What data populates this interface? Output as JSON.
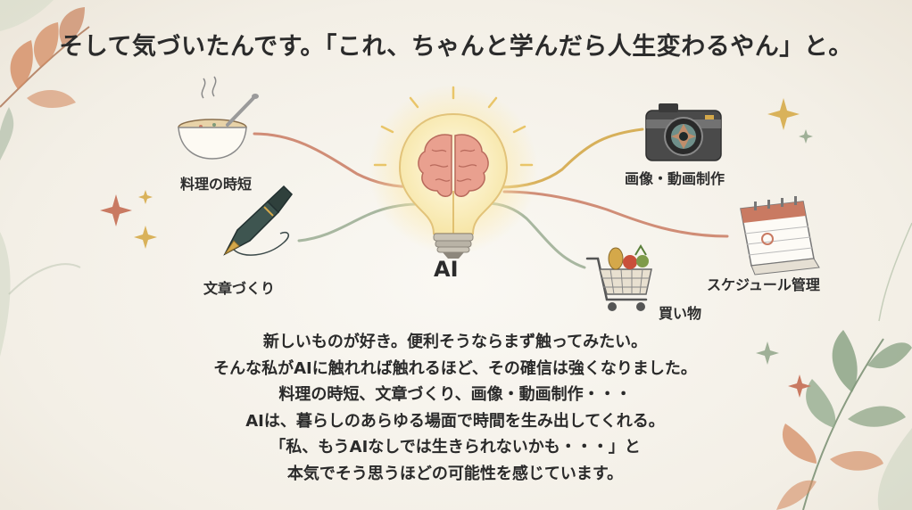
{
  "headline": "そして気づいたんです。「これ、ちゃんと学んだら人生変わるやん」と。",
  "center": {
    "label": "AI"
  },
  "topics": {
    "cooking": "料理の時短",
    "writing": "文章づくり",
    "video": "画像・動画制作",
    "schedule": "スケジュール管理",
    "shopping": "買い物"
  },
  "body": {
    "lines": [
      "新しいものが好き。便利そうならまず触ってみたい。",
      "そんな私がAIに触れれば触れるほど、その確信は強くなりました。",
      "料理の時短、文章づくり、画像・動画制作・・・",
      "AIは、暮らしのあらゆる場面で時間を生み出してくれる。",
      "「私、もうAIなしでは生きられないかも・・・」と",
      "本気でそう思うほどの可能性を感じています。"
    ]
  },
  "colors": {
    "line_red": "#c97a62",
    "line_green": "#9fb097",
    "line_gold": "#d4a84a",
    "leaf_green": "#7f9b7a",
    "leaf_orange": "#d48c63",
    "sparkle_gold": "#d9b25a"
  },
  "icons": [
    "soup-bowl-icon",
    "fountain-pen-icon",
    "lightbulb-brain-icon",
    "camera-icon",
    "calendar-icon",
    "shopping-cart-icon",
    "sparkle-icon",
    "leaf-icon"
  ]
}
